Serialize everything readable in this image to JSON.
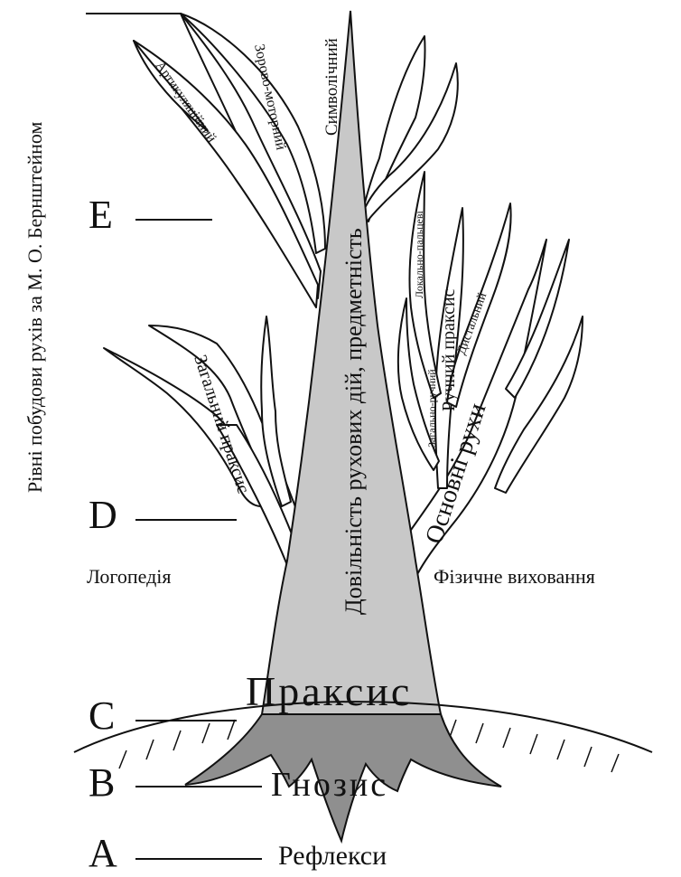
{
  "side_title": "Рівні побудови рухів за М. О. Бернштейном",
  "levels": [
    {
      "letter": "E"
    },
    {
      "letter": "D"
    },
    {
      "letter": "C"
    },
    {
      "letter": "B",
      "caption": "Гнозис"
    },
    {
      "letter": "A",
      "caption": "Рефлекси"
    }
  ],
  "trunk": {
    "label": "Довільність рухових дій, предметність",
    "base_label": "Праксис"
  },
  "left_branches": {
    "symbolic": "Символічний",
    "visual_motor": "Зорово-моторний",
    "articulatory": "Артикуляційний",
    "general_praxis": "Загальний праксис"
  },
  "right_branches": {
    "basic_movements": "Основні рухи",
    "manual_praxis": "Ручний праксис",
    "distal": "Дистальний",
    "general_manual": "Загально-ручний",
    "local_finger": "Локально-пальцеві"
  },
  "fields": {
    "left": "Логопедія",
    "right": "Фізичне виховання"
  }
}
